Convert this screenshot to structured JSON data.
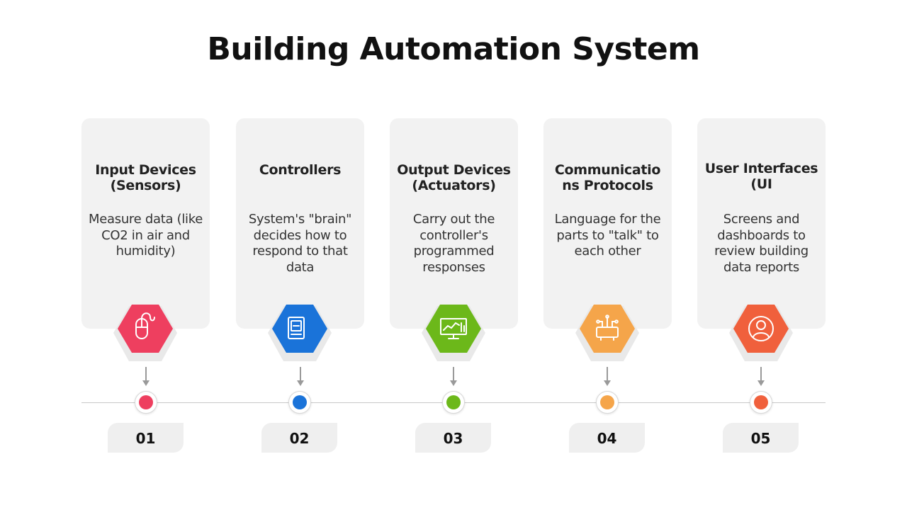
{
  "title": "Building Automation System",
  "steps": [
    {
      "number": "01",
      "heading": "Input Devices (Sensors)",
      "description": "Measure data (like CO2 in air and humidity)",
      "icon": "mouse-icon",
      "color": "#ee3f5f"
    },
    {
      "number": "02",
      "heading": "Controllers",
      "description": "System's \"brain\" decides how to respond to that data",
      "icon": "controller-chip-icon",
      "color": "#1a73d9"
    },
    {
      "number": "03",
      "heading": "Output Devices (Actuators)",
      "description": "Carry out the controller's programmed responses",
      "icon": "monitor-chart-icon",
      "color": "#6cb81a"
    },
    {
      "number": "04",
      "heading": "Communicatio ns Protocols",
      "description": "Language for the parts to \"talk\" to each other",
      "icon": "network-device-icon",
      "color": "#f5a54a"
    },
    {
      "number": "05",
      "heading": "User Interfaces (UI",
      "description": "Screens and dashboards to review building data reports",
      "icon": "user-icon",
      "color": "#f0603c"
    }
  ]
}
